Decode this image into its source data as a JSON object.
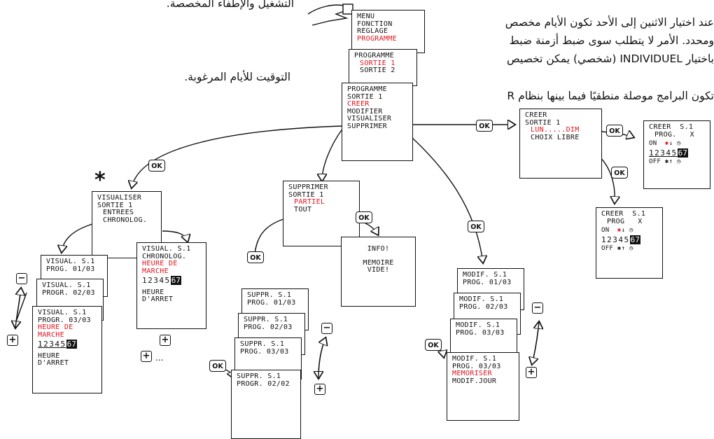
{
  "arabic_text": [
    "التشغيل والإطفاء المخصصة.",
    "عند اختيار الاثنين إلى الأحد تكون الأيام مخصص",
    "ومحدد. الأمر لا يتطلب سوى ضبط أزمنة ضبط",
    "باختيار INDIVIDUEL (شخصي) يمكن تخصيص",
    "التوقيت للأيام المرغوبة.",
    "تكون البرامج موصلة منطقيًا فيما بينها بنظام R"
  ],
  "ok_label": "OK",
  "minus_label": "−",
  "plus_label": "+",
  "star": "*",
  "ellipsis": "...",
  "screens": {
    "menu": [
      "MENU",
      "FONCTION",
      "REGLAGE",
      "PROGRAMME"
    ],
    "programme_sorties": [
      "PROGRAMME",
      "SORTIE 1",
      "SORTIE 2"
    ],
    "programme_actions": [
      "PROGRAMME",
      "SORTIE 1",
      "CREER",
      "MODIFIER",
      "VISUALISER",
      "SUPPRIMER"
    ],
    "creer": [
      "CREER",
      "SORTIE 1",
      "LUN.....DIM",
      "CHOIX LIBRE"
    ],
    "creer_s1_a": [
      "CREER  S.1",
      "PROG.   X",
      "ON",
      "OFF"
    ],
    "creer_s1_b": [
      "CREER  S.1",
      "PROG   X",
      "ON",
      "OFF"
    ],
    "days": "12345",
    "days_inv": "67",
    "visualiser": [
      "VISUALISER",
      "SORTIE 1",
      "ENTREES",
      "CHRONOLOG."
    ],
    "visual_01": [
      "VISUAL. S.1",
      "PROG. 01/03"
    ],
    "visual_02": [
      "VISUAL. S.1",
      "PROGR. 02/03"
    ],
    "visual_03": [
      "VISUAL. S.1",
      "PROGR. 03/03",
      "HEURE DE",
      "MARCHE",
      "HEURE",
      "D'ARRET"
    ],
    "visual_chrono": [
      "VISUAL. S.1",
      "CHRONOLOG.",
      "HEURE DE",
      "MARCHE",
      "HEURE",
      "D'ARRET"
    ],
    "supprimer": [
      "SUPPRIMER",
      "SORTIE 1",
      "PARTIEL",
      "TOUT"
    ],
    "info": [
      "INFO!",
      "MEMOIRE",
      "VIDE!"
    ],
    "suppr_01": [
      "SUPPR. S.1",
      "PROG. 01/03"
    ],
    "suppr_02": [
      "SUPPR. S.1",
      "PROG. 02/03"
    ],
    "suppr_03": [
      "SUPPR. S.1",
      "PROG. 03/03"
    ],
    "suppr_last": [
      "SUPPR. S.1",
      "PROGR. 02/02"
    ],
    "modif_01": [
      "MODIF. S.1",
      "PROG. 01/03"
    ],
    "modif_02": [
      "MODIF. S.1",
      "PROG. 02/03"
    ],
    "modif_03": [
      "MODIF. S.1",
      "PROG. 03/03"
    ],
    "modif_last": [
      "MODIF. S.1",
      "PROG. 03/03",
      "MEMORISER",
      "MODIF.JOUR"
    ]
  }
}
